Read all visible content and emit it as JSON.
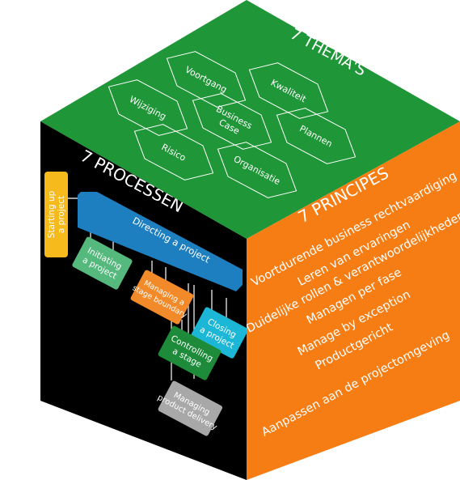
{
  "colors": {
    "top_face": "#1f9637",
    "left_face": "#000000",
    "right_face": "#f57d13",
    "starting_up": "#f6ba1c",
    "directing": "#1e7fc0",
    "initiating": "#55b87c",
    "managing_boundary": "#f38a2a",
    "closing": "#1cb7d6",
    "controlling": "#1d8b3a",
    "delivery": "#a8a8a8"
  },
  "themes": {
    "title": "7 THEMA'S",
    "items": [
      "Voortgang",
      "Kwaliteit",
      "Wijziging",
      "Business Case",
      "Plannen",
      "Risico",
      "Organisatie"
    ]
  },
  "processes": {
    "title": "7 PROCESSEN",
    "starting_up": [
      "Starting up",
      "a project"
    ],
    "directing": "Directing a project",
    "initiating": [
      "Initiating",
      "a project"
    ],
    "managing_boundary": [
      "Managing a",
      "stage boundary"
    ],
    "closing": [
      "Closing",
      "a project"
    ],
    "controlling": [
      "Controlling",
      "a stage"
    ],
    "delivery": [
      "Managing",
      "product delivery"
    ]
  },
  "principles": {
    "title": "7 PRINCIPES",
    "items": [
      "Voortdurende business rechtvaardiging",
      "Leren van ervaringen",
      "Duidelijke rollen & verantwoordelijkheden",
      "Managen per fase",
      "Manage by exception",
      "Productgericht",
      "Aanpassen aan de projectomgeving"
    ]
  }
}
